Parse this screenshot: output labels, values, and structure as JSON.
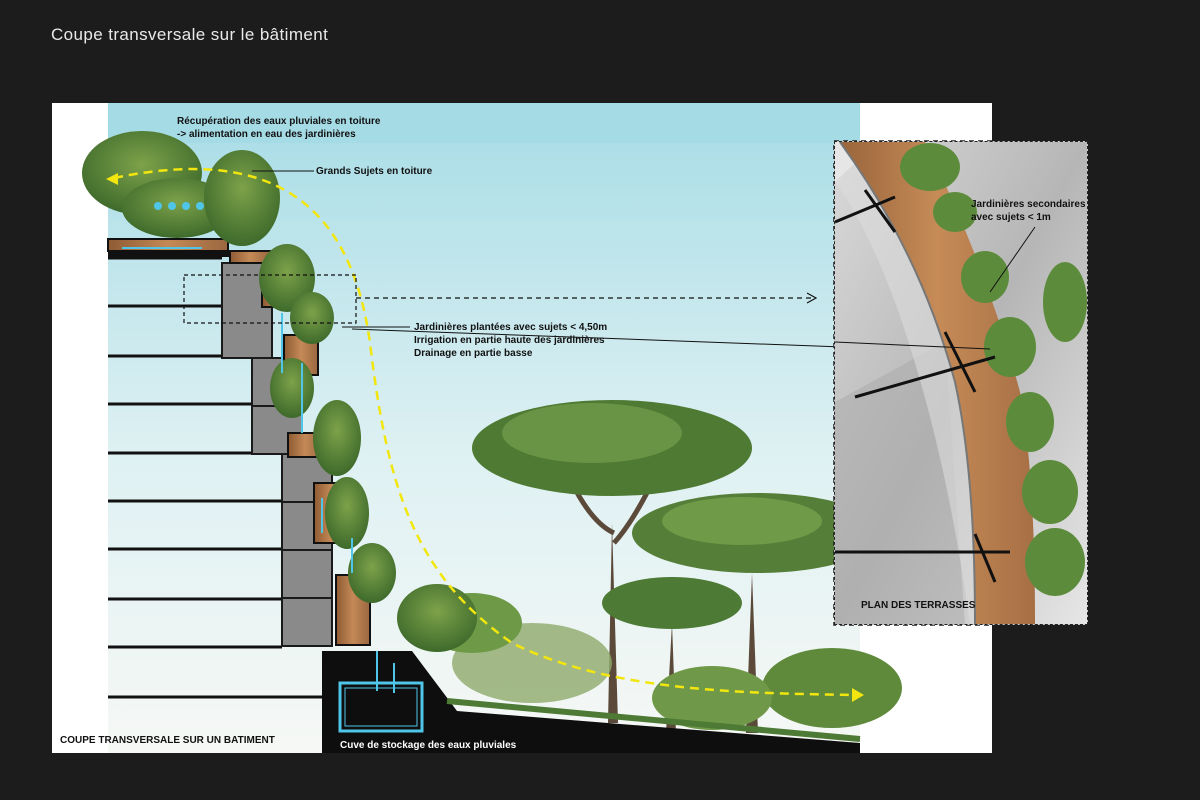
{
  "header": {
    "title": "Coupe transversale sur le bâtiment"
  },
  "section": {
    "caption": "COUPE TRANSVERSALE SUR UN BATIMENT",
    "annotations": {
      "rain_recovery_line1": "Récupération des eaux pluviales en toiture",
      "rain_recovery_line2": "-> alimentation en eau des jardinières",
      "roof_trees": "Grands Sujets en toiture",
      "planters_line1": "Jardinières plantées avec sujets < 4,50m",
      "planters_line2": "Irrigation en partie haute des jardinières",
      "planters_line3": "Drainage en partie basse",
      "tank": "Cuve de stockage des eaux pluviales"
    }
  },
  "plan": {
    "caption": "PLAN DES TERRASSES",
    "annotation_line1": "Jardinières secondaires",
    "annotation_line2": "avec sujets < 1m"
  },
  "colors": {
    "background": "#1d1c1c",
    "sky": "#a9dde6",
    "flow_arrow": "#f2e60e",
    "water": "#4fc6e8",
    "slab": "#111111",
    "wall": "#8a8a8a",
    "wood": "#b57d4c",
    "foliage": "#4f7f32"
  }
}
